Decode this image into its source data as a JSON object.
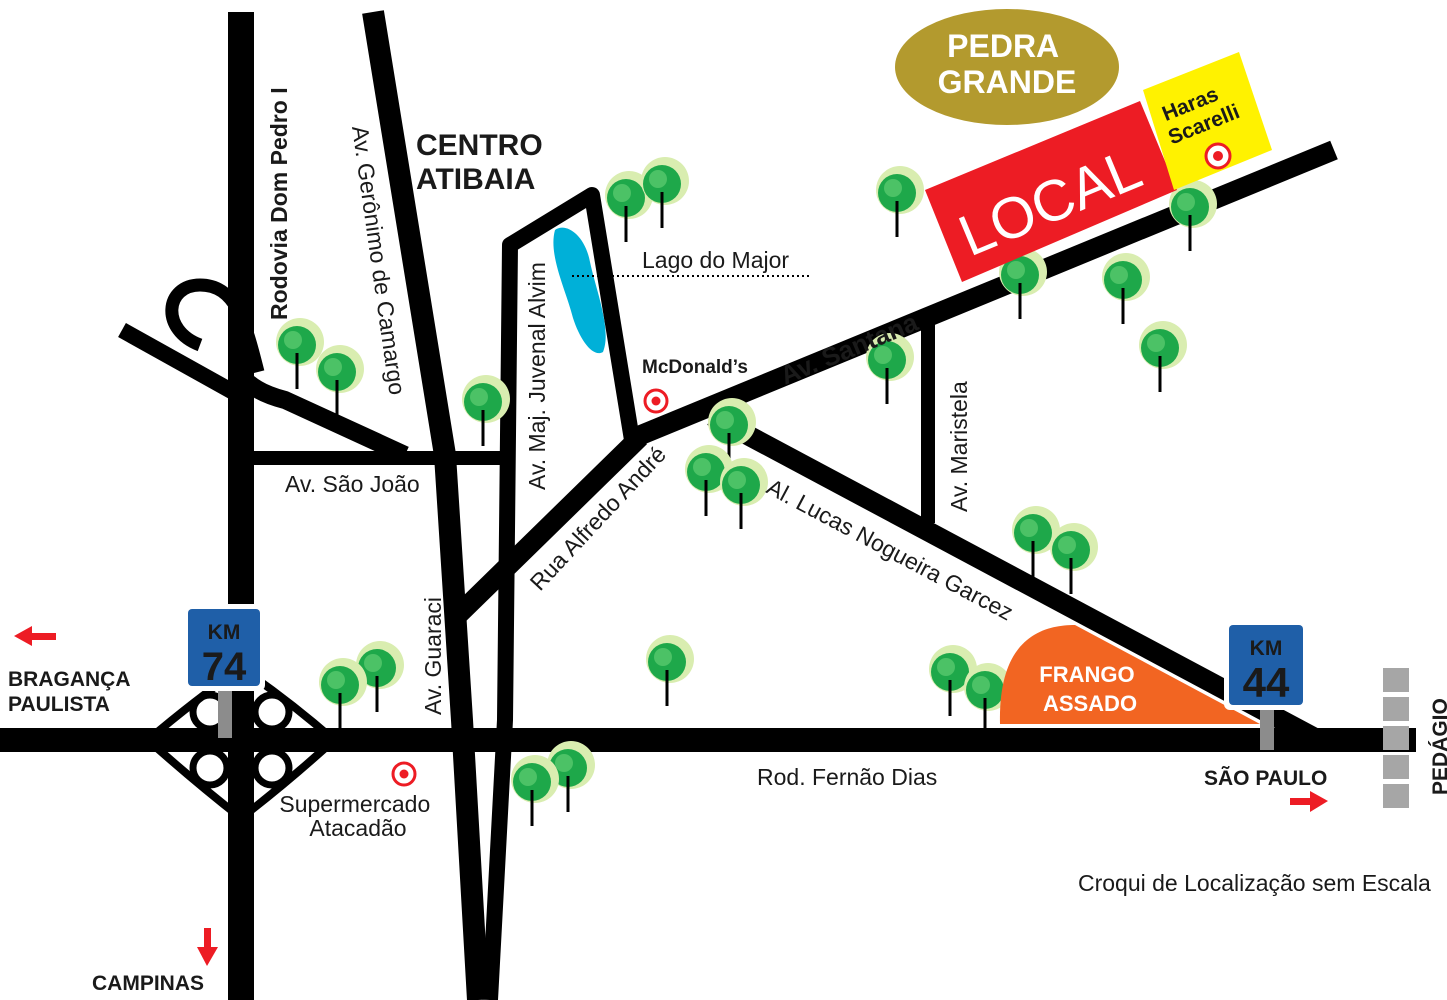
{
  "map": {
    "places": {
      "centro": [
        "CENTRO",
        "ATIBAIA"
      ],
      "pedra_grande": [
        "PEDRA",
        "GRANDE"
      ],
      "local": "LOCAL",
      "haras": [
        "Haras",
        "Scarelli"
      ],
      "frango": [
        "FRANGO",
        "ASSADO"
      ],
      "mcdonalds": "McDonald’s",
      "supermercado": [
        "Supermercado",
        "Atacadão"
      ],
      "lago": "Lago do Major"
    },
    "roads": {
      "dom_pedro": "Rodovia Dom Pedro I",
      "geronimo": "Av. Gerônimo de Camargo",
      "juvenal": "Av. Maj. Juvenal Alvim",
      "sao_joao": "Av. São João",
      "guaraci": "Av. Guaraci",
      "alfredo": "Rua Alfredo André",
      "santana": "Av. Santana",
      "maristela": "Av. Maristela",
      "lucas": "Al. Lucas Nogueira Garcez",
      "fernao": "Rod. Fernão Dias"
    },
    "markers": {
      "km74": [
        "KM",
        "74"
      ],
      "km44": [
        "KM",
        "44"
      ]
    },
    "directions": {
      "braganca": [
        "BRAGANÇA",
        "PAULISTA"
      ],
      "campinas": "CAMPINAS",
      "sao_paulo": "SÃO PAULO",
      "pedagio": "PEDÁGIO"
    },
    "note": "Croqui de Localização sem Escala",
    "colors": {
      "road": "#000000",
      "local": "#ed1c24",
      "haras": "#fff200",
      "pedra": "#b39a2e",
      "frango": "#f26522",
      "km_sign": "#1f5fa8",
      "lake": "#00b0d8",
      "tree": "#1ea84a",
      "arrow": "#ed1c24"
    }
  }
}
